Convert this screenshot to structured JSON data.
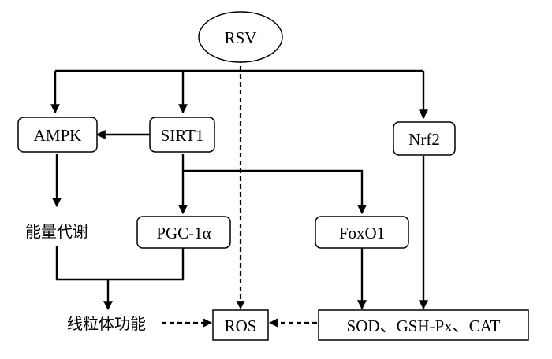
{
  "nodes": {
    "rsv": "RSV",
    "ampk": "AMPK",
    "sirt1": "SIRT1",
    "nrf2": "Nrf2",
    "pgc1a": "PGC-1α",
    "foxo1": "FoxO1",
    "energy_metabolism": "能量代谢",
    "mitochondrial_function": "线粒体功能",
    "ros": "ROS",
    "antioxidants": "SOD、GSH-Px、CAT"
  }
}
